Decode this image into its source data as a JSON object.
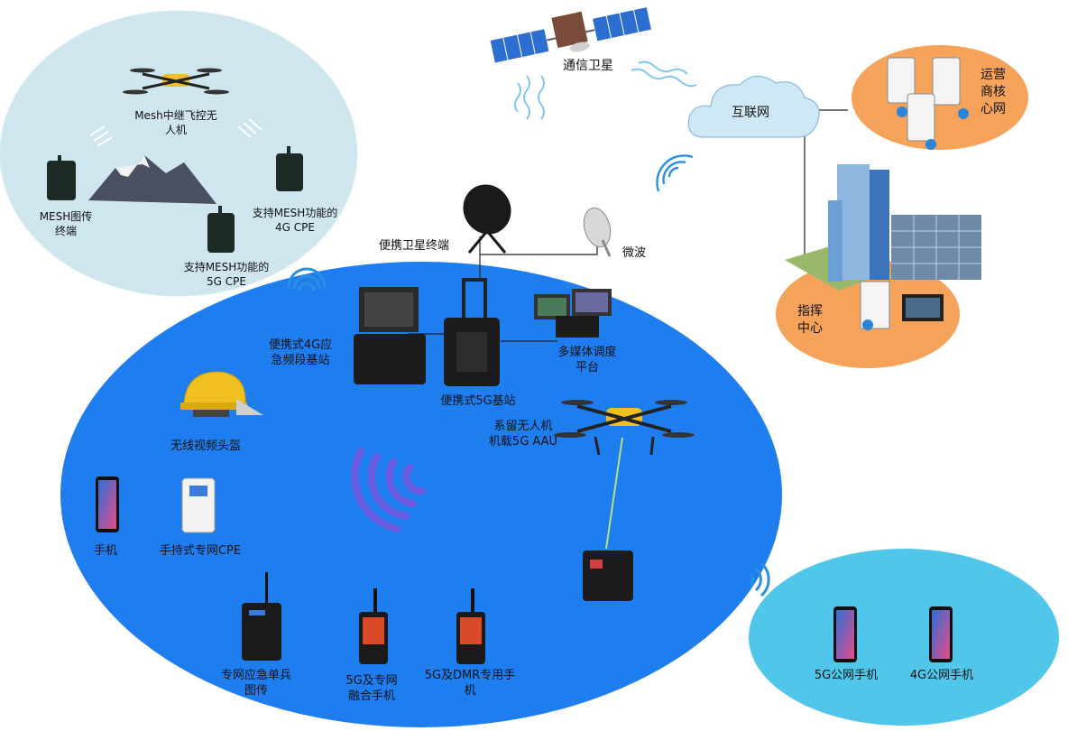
{
  "colors": {
    "mesh_zone": "#cfe6ee",
    "main_zone": "#1e7ef0",
    "public_zone": "#4fc6ea",
    "core_zone": "#f5a35a",
    "cloud": "#cfe8f6",
    "signal": "#7ec8ee",
    "signal_blue": "#2c8fe0",
    "signal_purple": "#5a4ad8"
  },
  "icons": {
    "satellite": "satellite-icon",
    "cloud": "cloud-icon",
    "server": "server-icon",
    "building": "building-icon",
    "drone": "drone-icon",
    "dish": "dish-icon",
    "helmet": "helmet-icon",
    "phone": "phone-icon",
    "radio": "radio-icon",
    "case": "case-icon",
    "wifi": "wifi-icon",
    "mountain": "mountain-icon"
  },
  "labels": {
    "satellite": "通信卫星",
    "internet": "互联网",
    "core_network": "运营\n商核\n心网",
    "command_center": "指挥\n中心",
    "mesh_drone": "Mesh中继飞控无\n人机",
    "mesh_terminal": "MESH图传\n终端",
    "mesh_4g_cpe": "支持MESH功能的\n4G CPE",
    "mesh_5g_cpe": "支持MESH功能的\n5G CPE",
    "portable_sat": "便携卫星终端",
    "microwave": "微波",
    "portable_4g": "便携式4G应\n急频段基站",
    "portable_5g": "便携式5G基站",
    "multimedia": "多媒体调度\n平台",
    "tethered_drone": "系留无人机\n机载5G AAU",
    "helmet": "无线视频头盔",
    "phone": "手机",
    "handheld_cpe": "手持式专网CPE",
    "soldier_video": "专网应急单兵\n图传",
    "fusion_phone": "5G及专网\n融合手机",
    "dmr_phone": "5G及DMR专用手\n机",
    "public_5g": "5G公网手机",
    "public_4g": "4G公网手机"
  }
}
